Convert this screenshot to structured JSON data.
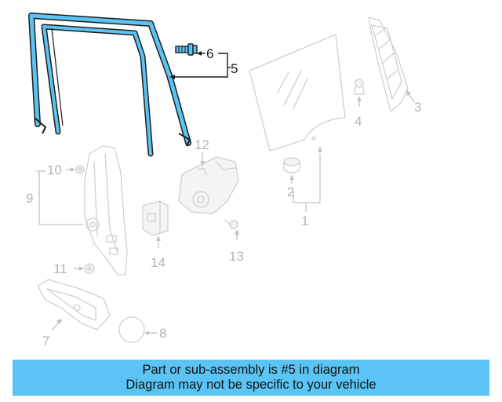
{
  "diagram": {
    "highlight_color": "#5bc4f4",
    "callouts": {
      "c1": "1",
      "c2": "2",
      "c3": "3",
      "c4": "4",
      "c5": "5",
      "c6": "6",
      "c7": "7",
      "c8": "8",
      "c9": "9",
      "c10": "10",
      "c11": "11",
      "c12": "12",
      "c13": "13",
      "c14": "14"
    }
  },
  "banner": {
    "line1": "Part or sub-assembly is #5 in diagram",
    "line2": "Diagram may not be specific to your vehicle",
    "background": "#5bc4f4"
  }
}
